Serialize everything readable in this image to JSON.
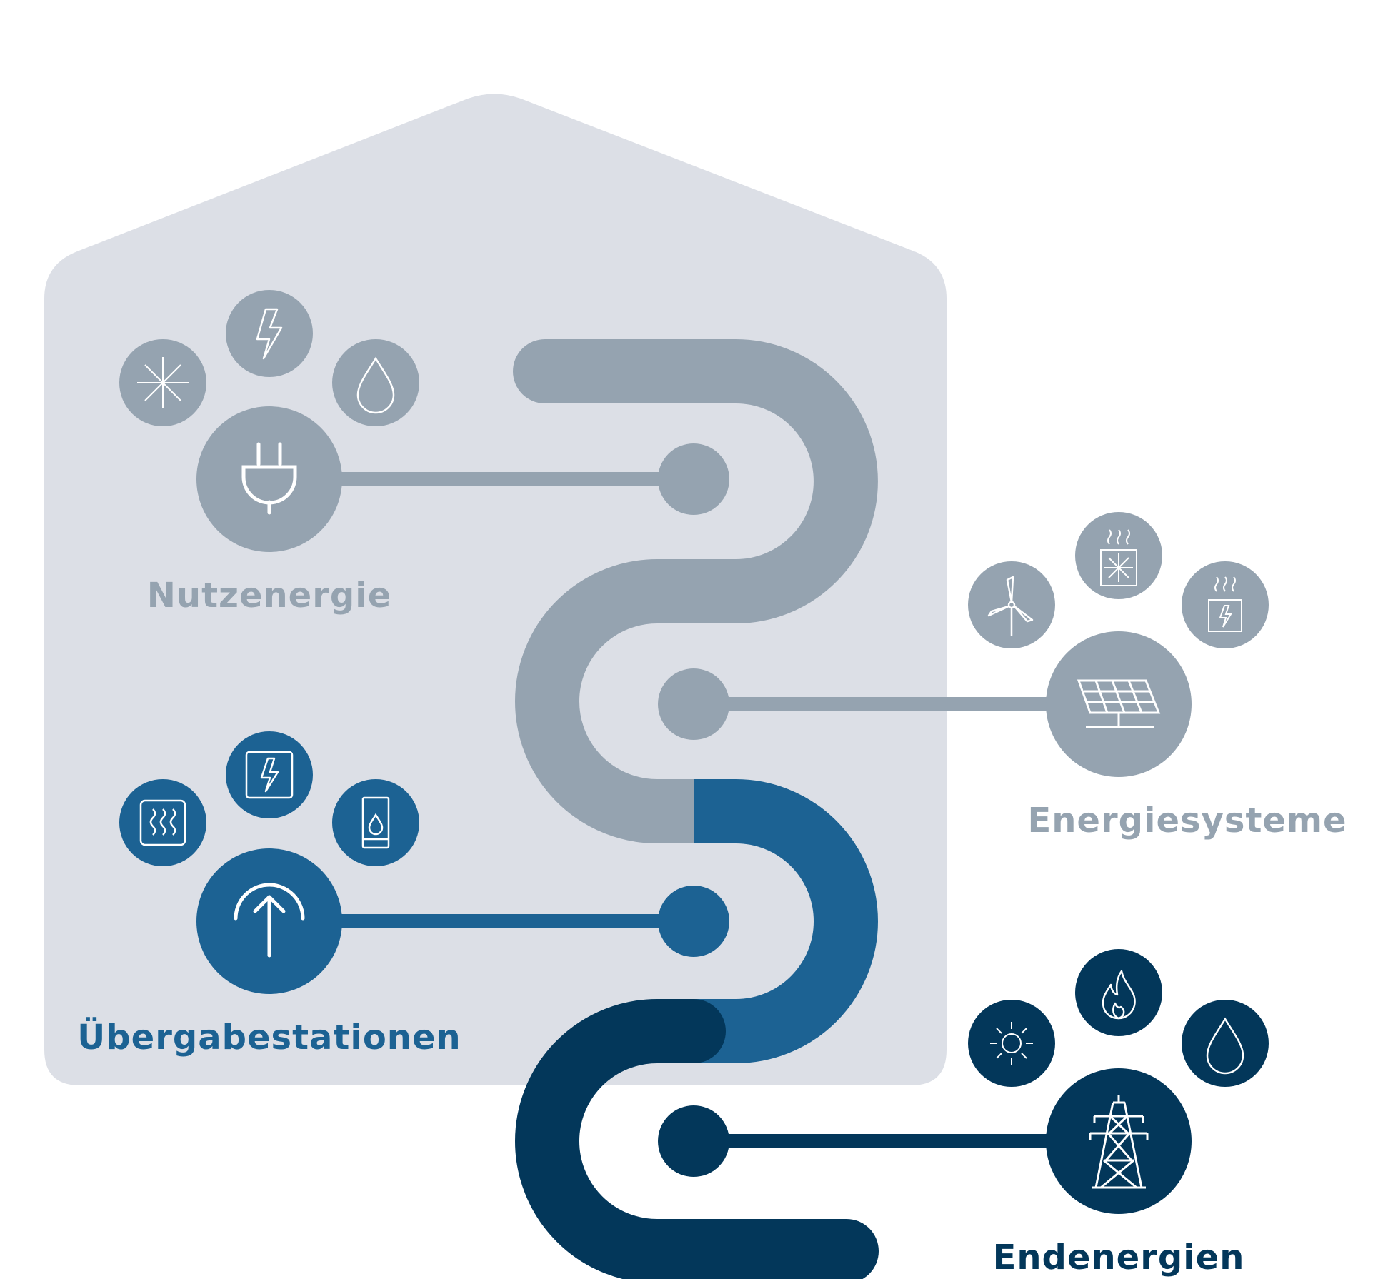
{
  "colors": {
    "house": "#dcdfe6",
    "gray": "#95a3b0",
    "mid_blue": "#1c6293",
    "dark_blue": "#03375a",
    "white": "#ffffff"
  },
  "groups": {
    "nutzenergie": {
      "label": "Nutzenergie",
      "icons": [
        "plug-icon",
        "snowflake-icon",
        "lightning-icon",
        "water-drop-icon"
      ]
    },
    "energiesysteme": {
      "label": "Energiesysteme",
      "icons": [
        "solar-panel-icon",
        "wind-turbine-icon",
        "heat-pump-icon",
        "electric-heater-icon"
      ]
    },
    "uebergabestationen": {
      "label": "Übergabestationen",
      "icons": [
        "transfer-station-icon",
        "radiator-icon",
        "electric-box-icon",
        "boiler-icon"
      ]
    },
    "endenergien": {
      "label": "Endenergien",
      "icons": [
        "power-pylon-icon",
        "sun-icon",
        "flame-icon",
        "oil-drop-icon"
      ]
    }
  }
}
